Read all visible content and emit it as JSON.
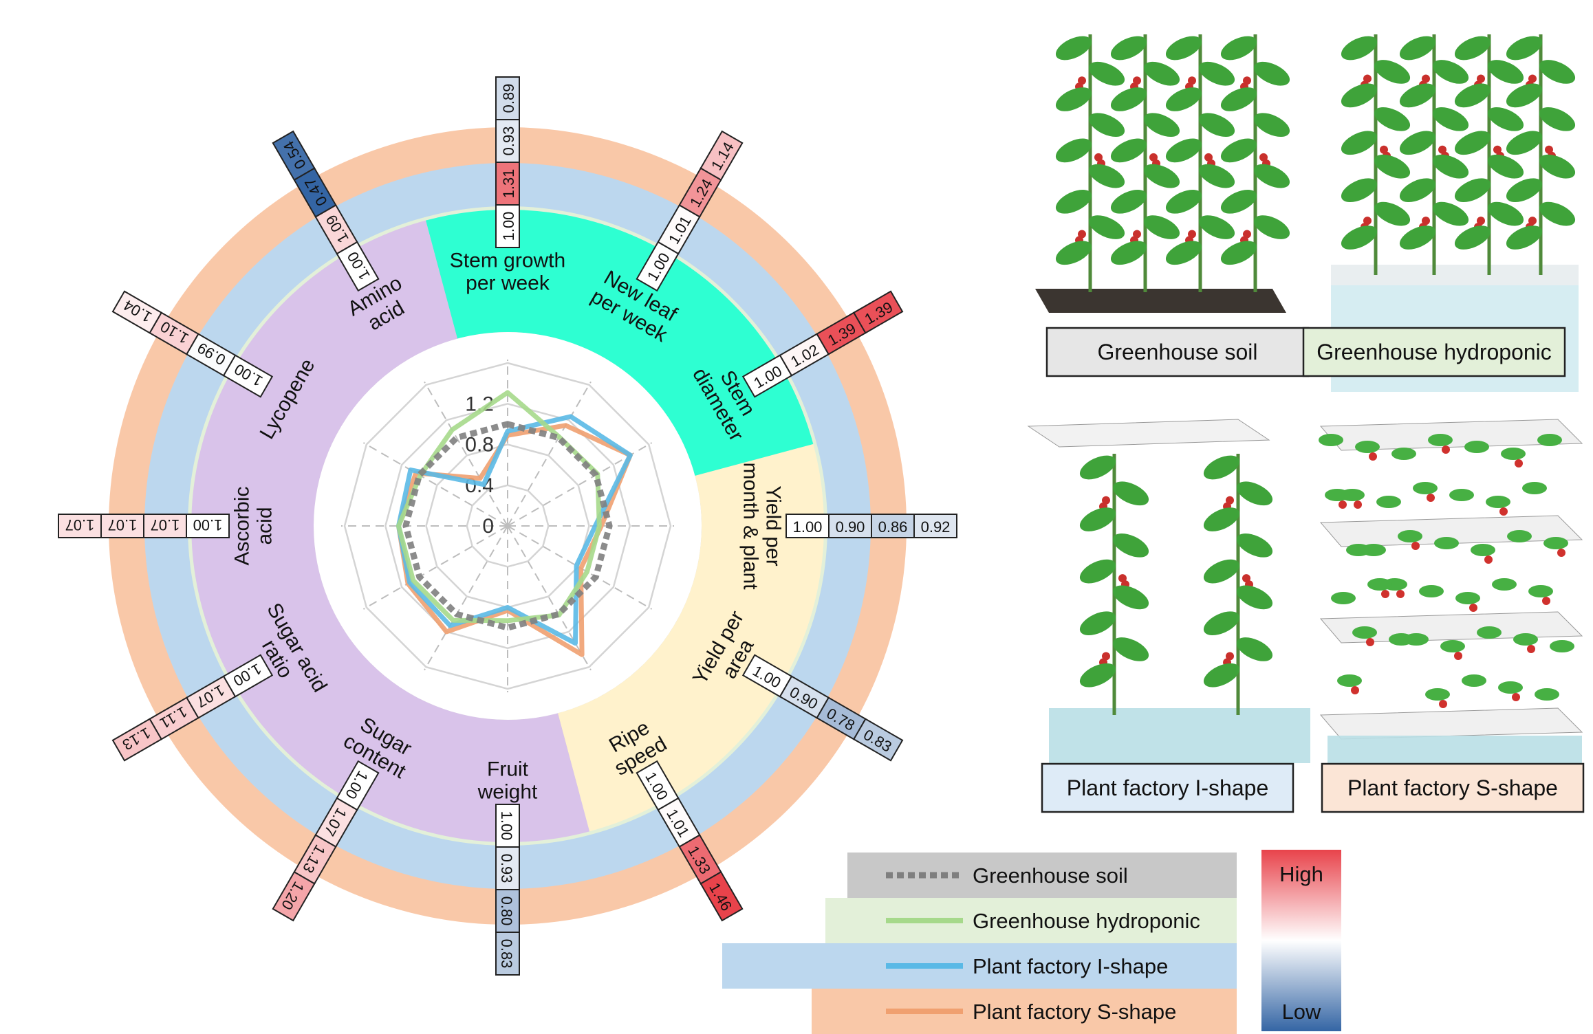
{
  "chart_data": {
    "type": "radar",
    "axes": [
      "Stem growth per week",
      "New leaf per week",
      "Stem diameter",
      "Yield per month & plant",
      "Yield per area",
      "Ripe speed",
      "Fruit weight",
      "Sugar content",
      "Sugar acid ratio",
      "Ascorbic acid",
      "Lycopene",
      "Amino acid"
    ],
    "axis_label_lines": [
      [
        "Stem growth",
        "per week"
      ],
      [
        "New leaf",
        "per week"
      ],
      [
        "Stem",
        "diameter"
      ],
      [
        "Yield per",
        "month & plant"
      ],
      [
        "Yield per",
        "area"
      ],
      [
        "Ripe",
        "speed"
      ],
      [
        "Fruit",
        "weight"
      ],
      [
        "Sugar",
        "content"
      ],
      [
        "Sugar acid",
        "ratio"
      ],
      [
        "Ascorbic",
        "acid"
      ],
      [
        "Lycopene"
      ],
      [
        "Amino",
        "acid"
      ]
    ],
    "tick_labels": [
      "0",
      "0.4",
      "0.8",
      "1.2"
    ],
    "range": [
      0,
      1.6
    ],
    "grid": true,
    "series": [
      {
        "name": "Greenhouse soil",
        "color": "#7f7f7f",
        "dash": true,
        "values": [
          1.0,
          1.0,
          1.0,
          1.0,
          1.0,
          1.0,
          1.0,
          1.0,
          1.0,
          1.0,
          1.0,
          1.0
        ]
      },
      {
        "name": "Greenhouse hydroponic",
        "color": "#a6d98b",
        "dash": false,
        "values": [
          1.31,
          1.01,
          1.02,
          0.9,
          0.9,
          1.01,
          0.93,
          1.07,
          1.07,
          1.07,
          0.99,
          1.09
        ]
      },
      {
        "name": "Plant factory I-shape",
        "color": "#5ab9e6",
        "dash": false,
        "values": [
          0.93,
          1.24,
          1.39,
          0.86,
          0.78,
          1.33,
          0.8,
          1.13,
          1.11,
          1.07,
          1.1,
          0.47
        ]
      },
      {
        "name": "Plant factory S-shape",
        "color": "#f0a070",
        "dash": false,
        "values": [
          0.89,
          1.14,
          1.39,
          0.92,
          0.83,
          1.46,
          0.83,
          1.2,
          1.13,
          1.07,
          1.04,
          0.54
        ]
      }
    ],
    "category_colors": {
      "growth": "#2effd2",
      "yield": "#fff2cc",
      "quality": "#d9c3ea"
    },
    "ring_colors": [
      "#c8c8c8",
      "#e3f0d9",
      "#bcd7ee",
      "#f9c8a8"
    ],
    "value_label_strings": [
      [
        "1.00",
        "1.31",
        "0.93",
        "0.89"
      ],
      [
        "1.00",
        "1.01",
        "1.24",
        "1.14"
      ],
      [
        "1.00",
        "1.02",
        "1.39",
        "1.39"
      ],
      [
        "1.00",
        "0.90",
        "0.86",
        "0.92"
      ],
      [
        "1.00",
        "0.90",
        "0.78",
        "0.83"
      ],
      [
        "1.00",
        "1.01",
        "1.33",
        "1.46"
      ],
      [
        "1.00",
        "0.93",
        "0.80",
        "0.83"
      ],
      [
        "1.00",
        "1.07",
        "1.13",
        "1.20"
      ],
      [
        "1.00",
        "1.07",
        "1.11",
        "1.13"
      ],
      [
        "1.00",
        "1.07",
        "1.07",
        "1.07"
      ],
      [
        "1.00",
        "0.99",
        "1.10",
        "1.04"
      ],
      [
        "1.00",
        "1.09",
        "0.47",
        "0.54"
      ]
    ],
    "color_scale": {
      "high_label": "High",
      "low_label": "Low",
      "high_color": "#e8434b",
      "mid_color": "#ffffff",
      "low_color": "#3465a4"
    }
  },
  "legend": {
    "items": [
      "Greenhouse soil",
      "Greenhouse hydroponic",
      "Plant factory I-shape",
      "Plant factory S-shape"
    ]
  },
  "panels": [
    {
      "label": "Greenhouse soil",
      "bg": "#e6e6e6"
    },
    {
      "label": "Greenhouse hydroponic",
      "bg": "#e3f0d9"
    },
    {
      "label": "Plant factory I-shape",
      "bg": "#deebf7"
    },
    {
      "label": "Plant factory S-shape",
      "bg": "#fbe5d6"
    }
  ]
}
